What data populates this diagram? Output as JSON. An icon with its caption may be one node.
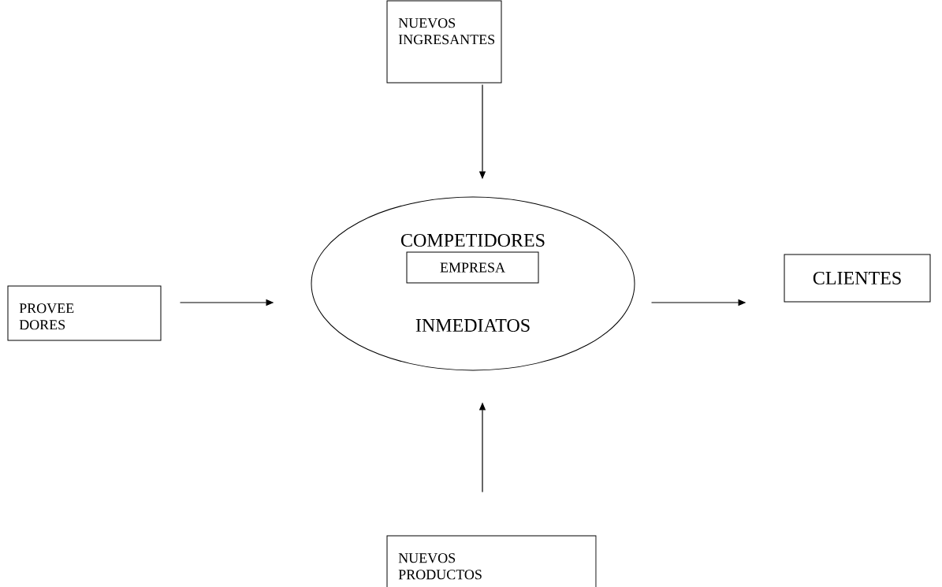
{
  "diagram": {
    "nodes": [
      {
        "text": [
          "NUEVOS INGRESANTES"
        ]
      },
      {
        "text": [
          "PROVEE DORES"
        ]
      },
      {
        "text": [
          "COMPETIDORES",
          "INMEDIATOS"
        ]
      },
      {
        "text": [
          "EMPRESA"
        ],
        "in": 2
      },
      {
        "text": [
          "CLIENTES"
        ]
      },
      {
        "text": [
          "NUEVOS PRODUCTOS"
        ]
      }
    ],
    "edges": [
      {
        "from": 0,
        "to": 2,
        "arrow": "to"
      },
      {
        "from": 1,
        "to": 2,
        "arrow": "to"
      },
      {
        "from": 2,
        "to": 4,
        "arrow": "to"
      },
      {
        "from": 5,
        "to": 2,
        "arrow": "to"
      }
    ]
  }
}
